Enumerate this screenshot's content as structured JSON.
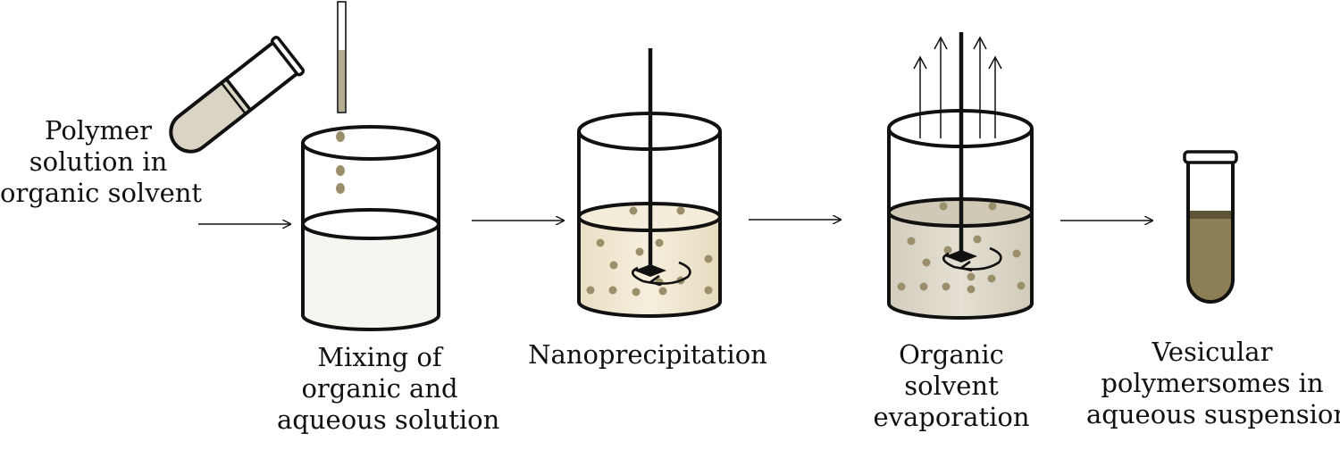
{
  "labels": {
    "polymer_solution": [
      "Polymer",
      "solution in",
      "organic solvent"
    ],
    "mixing": [
      "Mixing of",
      "organic and",
      "aqueous solution"
    ],
    "nanoprecipitation": [
      "Nanoprecipitation"
    ],
    "evaporation": [
      "Organic",
      "solvent",
      "evaporation"
    ],
    "polymersomes": [
      "Vesicular",
      "polymersomes in",
      "aqueous suspension"
    ]
  },
  "colors": {
    "outline": "#111111",
    "polymer_solution": "#d9d4c3",
    "particle": "#9a8f6a",
    "aqueous": "#f6f5f0",
    "nanoprecipitation_liquid": "#f2ead6",
    "evaporation_liquid": "#ddd8c9",
    "suspension": "#8c7f56"
  }
}
